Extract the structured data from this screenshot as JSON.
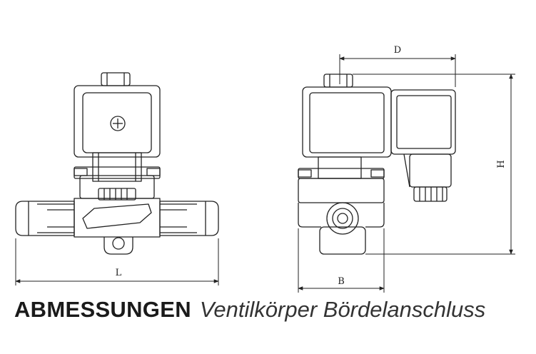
{
  "dimensions": {
    "length": "L",
    "width": "B",
    "height": "H",
    "depth": "D"
  },
  "caption": {
    "title": "ABMESSUNGEN",
    "subtitle": "Ventilkörper Bördelanschluss"
  }
}
